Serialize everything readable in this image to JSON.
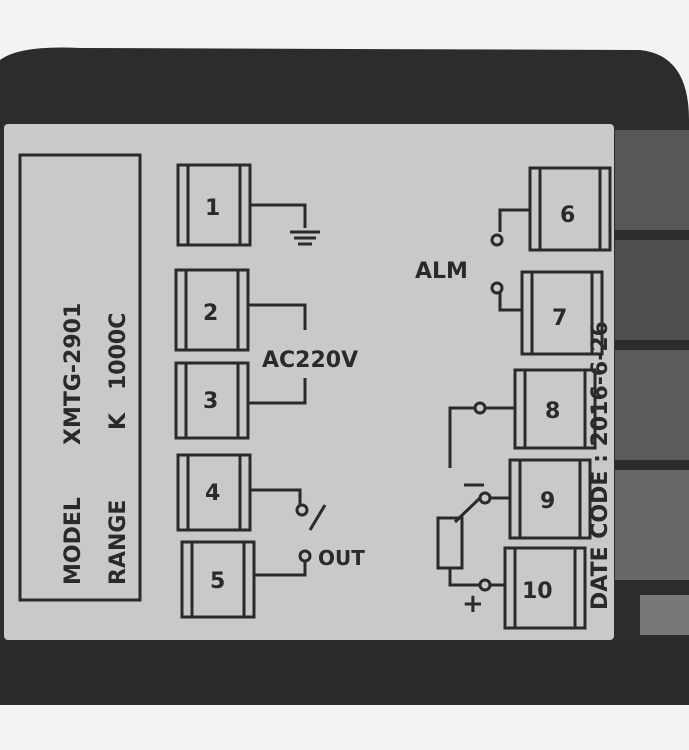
{
  "label": {
    "model_prefix": "MODEL",
    "model_value": "XMTG-2901",
    "range_prefix": "RANGE",
    "range_type": "K",
    "range_value": "1000C",
    "date_code": "DATE CODE : 2016-6-26"
  },
  "terminals": [
    "1",
    "2",
    "3",
    "4",
    "5",
    "6",
    "7",
    "8",
    "9",
    "10"
  ],
  "annotations": {
    "power": "AC220V",
    "output": "OUT",
    "alarm": "ALM",
    "minus": "−",
    "plus": "+"
  },
  "colors": {
    "housing": "#2b2d2a",
    "label_bg": "#c9c9c9",
    "ink": "#2a2a2a",
    "background": "#f2f2f2"
  }
}
